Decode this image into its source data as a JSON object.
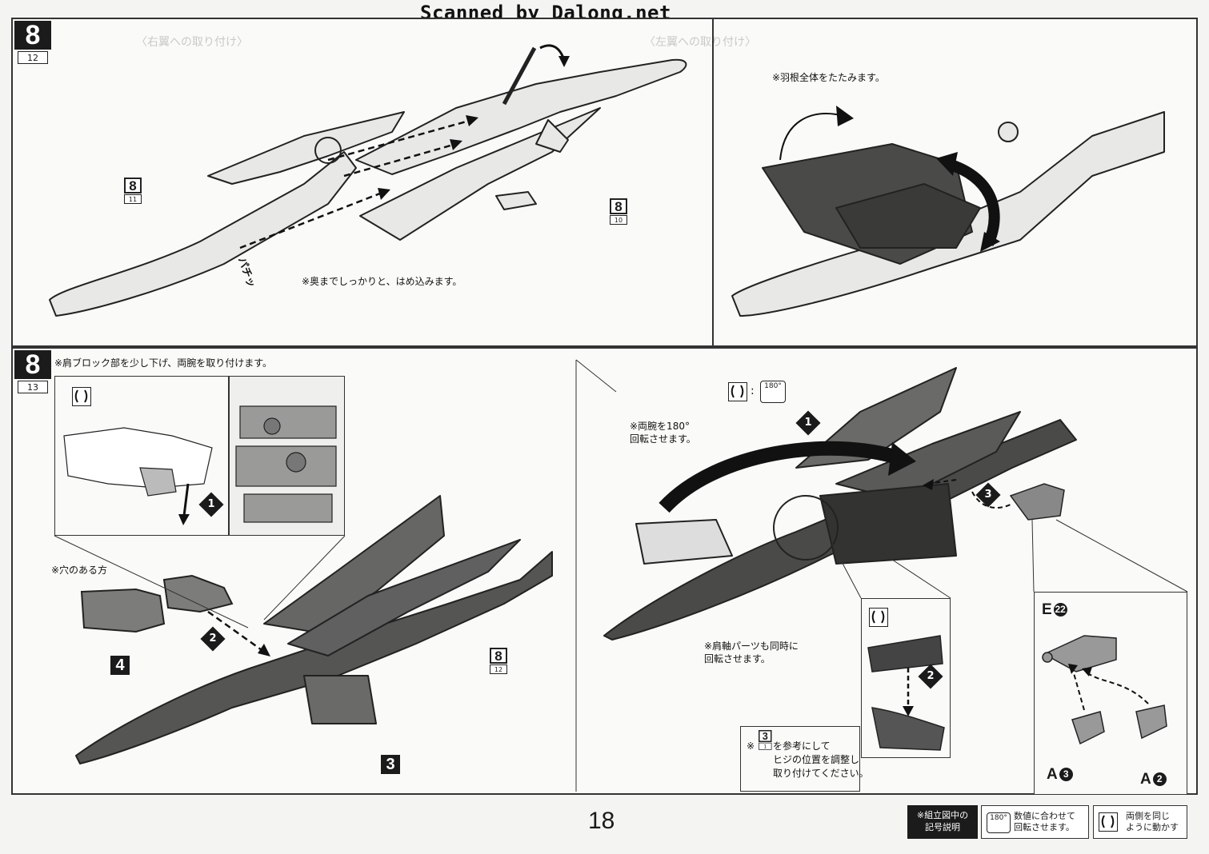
{
  "watermark": "Scanned by Dalong.net",
  "page_number": "18",
  "step_a": {
    "step_number": "8",
    "sub_step": "12",
    "ref_left": {
      "number": "8",
      "sub": "11"
    },
    "ref_right": {
      "number": "8",
      "sub": "10"
    },
    "sound_effect": "パチッ",
    "note_insert": "※奥までしっかりと、はめ込みます。",
    "note_fold": "※羽根全体をたたみます。"
  },
  "step_b": {
    "step_number": "8",
    "sub_step": "13",
    "note_shoulder": "※肩ブロック部を少し下げ、両腕を取り付けます。",
    "note_hole": "※穴のある方",
    "part_4": "4",
    "part_3": "3",
    "ref_center": {
      "number": "8",
      "sub": "12"
    },
    "seq_1": "1",
    "seq_2": "2",
    "seq_3": "3",
    "note_rotate_arms": "※両腕を180°\n回転させます。",
    "rotate_icon_label": "180°",
    "note_shoulder_axis": "※肩軸パーツも同時に\n回転させます。",
    "note_ref_prefix": "※",
    "ref_small": {
      "number": "3",
      "sub": "1"
    },
    "note_ref_text": "を参考にして\nヒジの位置を調整し\n取り付けてください。",
    "part_E": "E",
    "part_E_num": "22",
    "part_A3": "A",
    "part_A3_num": "3",
    "part_A2": "A",
    "part_A2_num": "2"
  },
  "legend": {
    "title": "※組立図中の\n記号説明",
    "rotate_label": "180°",
    "rotate_text": "数値に合わせて\n回転させます。",
    "both_sides_text": "両側を同じ\nように動かす"
  }
}
